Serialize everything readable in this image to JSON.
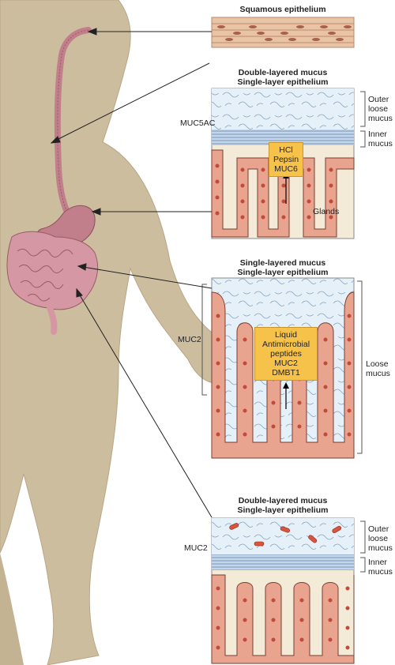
{
  "panels": {
    "squamous": {
      "title": "Squamous epithelium"
    },
    "stomach": {
      "title_line1": "Double-layered mucus",
      "title_line2": "Single-layer epithelium",
      "mucin_label": "MUC5AC",
      "outer_label": [
        "Outer",
        "loose",
        "mucus"
      ],
      "inner_label": [
        "Inner",
        "mucus"
      ],
      "box_lines": [
        "HCl",
        "Pepsin",
        "MUC6"
      ],
      "glands_label": "Glands"
    },
    "small_intestine": {
      "title_line1": "Single-layered mucus",
      "title_line2": "Single-layer epithelium",
      "mucin_label": "MUC2",
      "loose_label": [
        "Loose",
        "mucus"
      ],
      "box_lines": [
        "Liquid",
        "Antimicrobial",
        "peptides",
        "MUC2",
        "DMBT1"
      ]
    },
    "colon": {
      "title_line1": "Double-layered mucus",
      "title_line2": "Single-layer epithelium",
      "mucin_label": "MUC2",
      "outer_label": [
        "Outer",
        "loose",
        "mucus"
      ],
      "inner_label": [
        "Inner",
        "mucus"
      ]
    }
  },
  "colors": {
    "body": "#cdbd9f",
    "organ": "#c07f8a",
    "mucus": "#e3eef7",
    "inner_mucus": "#b9cfe6",
    "box": "#f7c24a",
    "epithelium": "#e9a48f",
    "nucleus": "#c24a3a"
  }
}
